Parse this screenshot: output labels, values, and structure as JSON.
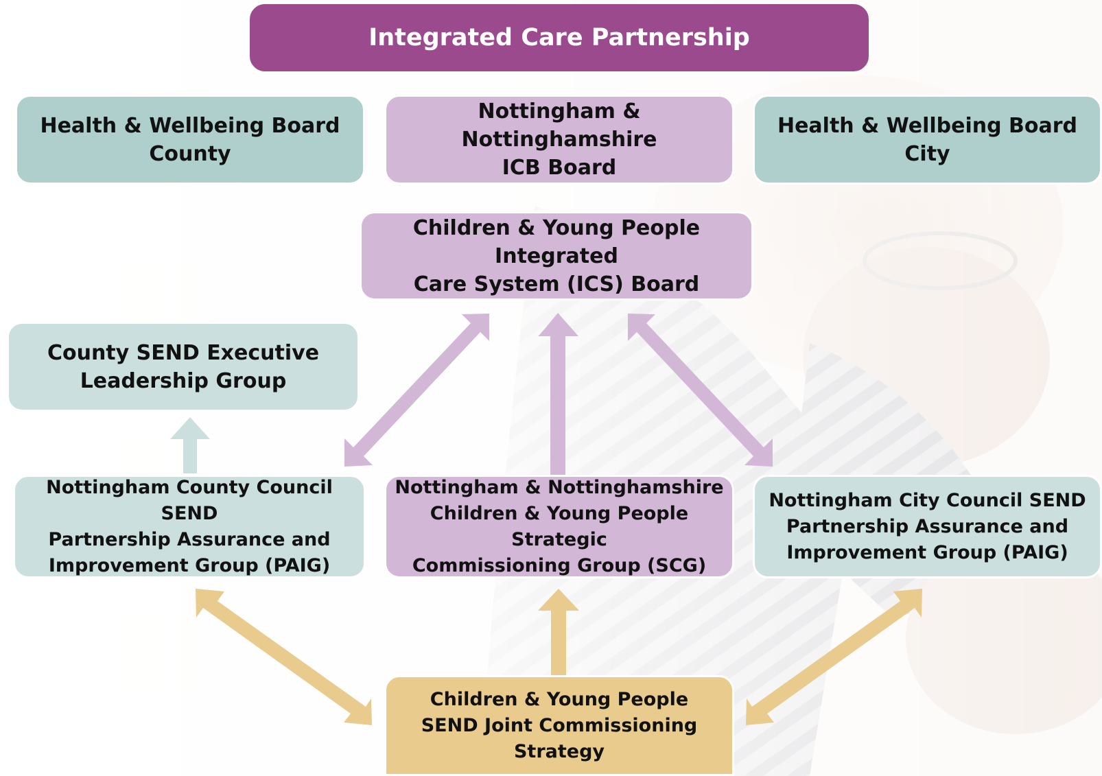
{
  "diagram": {
    "header": "Integrated Care Partnership",
    "hwb_county": "Health & Wellbeing Board\nCounty",
    "icb_board": "Nottingham & Nottinghamshire\nICB Board",
    "hwb_city": "Health & Wellbeing Board\nCity",
    "cyp_ics_board": "Children & Young People Integrated\nCare System (ICS) Board",
    "county_send_elg": "County SEND Executive\nLeadership Group",
    "county_paig": "Nottingham County Council SEND\nPartnership Assurance and\nImprovement Group (PAIG)",
    "scg": "Nottingham & Nottinghamshire\nChildren & Young People Strategic\nCommissioning Group (SCG)",
    "city_paig": "Nottingham City Council SEND\nPartnership Assurance and\nImprovement Group (PAIG)",
    "joint_strategy": "Children & Young People\nSEND Joint Commissioning\nStrategy"
  },
  "colors": {
    "header": "#9b4a8e",
    "teal": "#afcfcd",
    "light_teal": "#cbe0de",
    "lilac": "#d3b7d7",
    "gold": "#e8cb8d"
  }
}
